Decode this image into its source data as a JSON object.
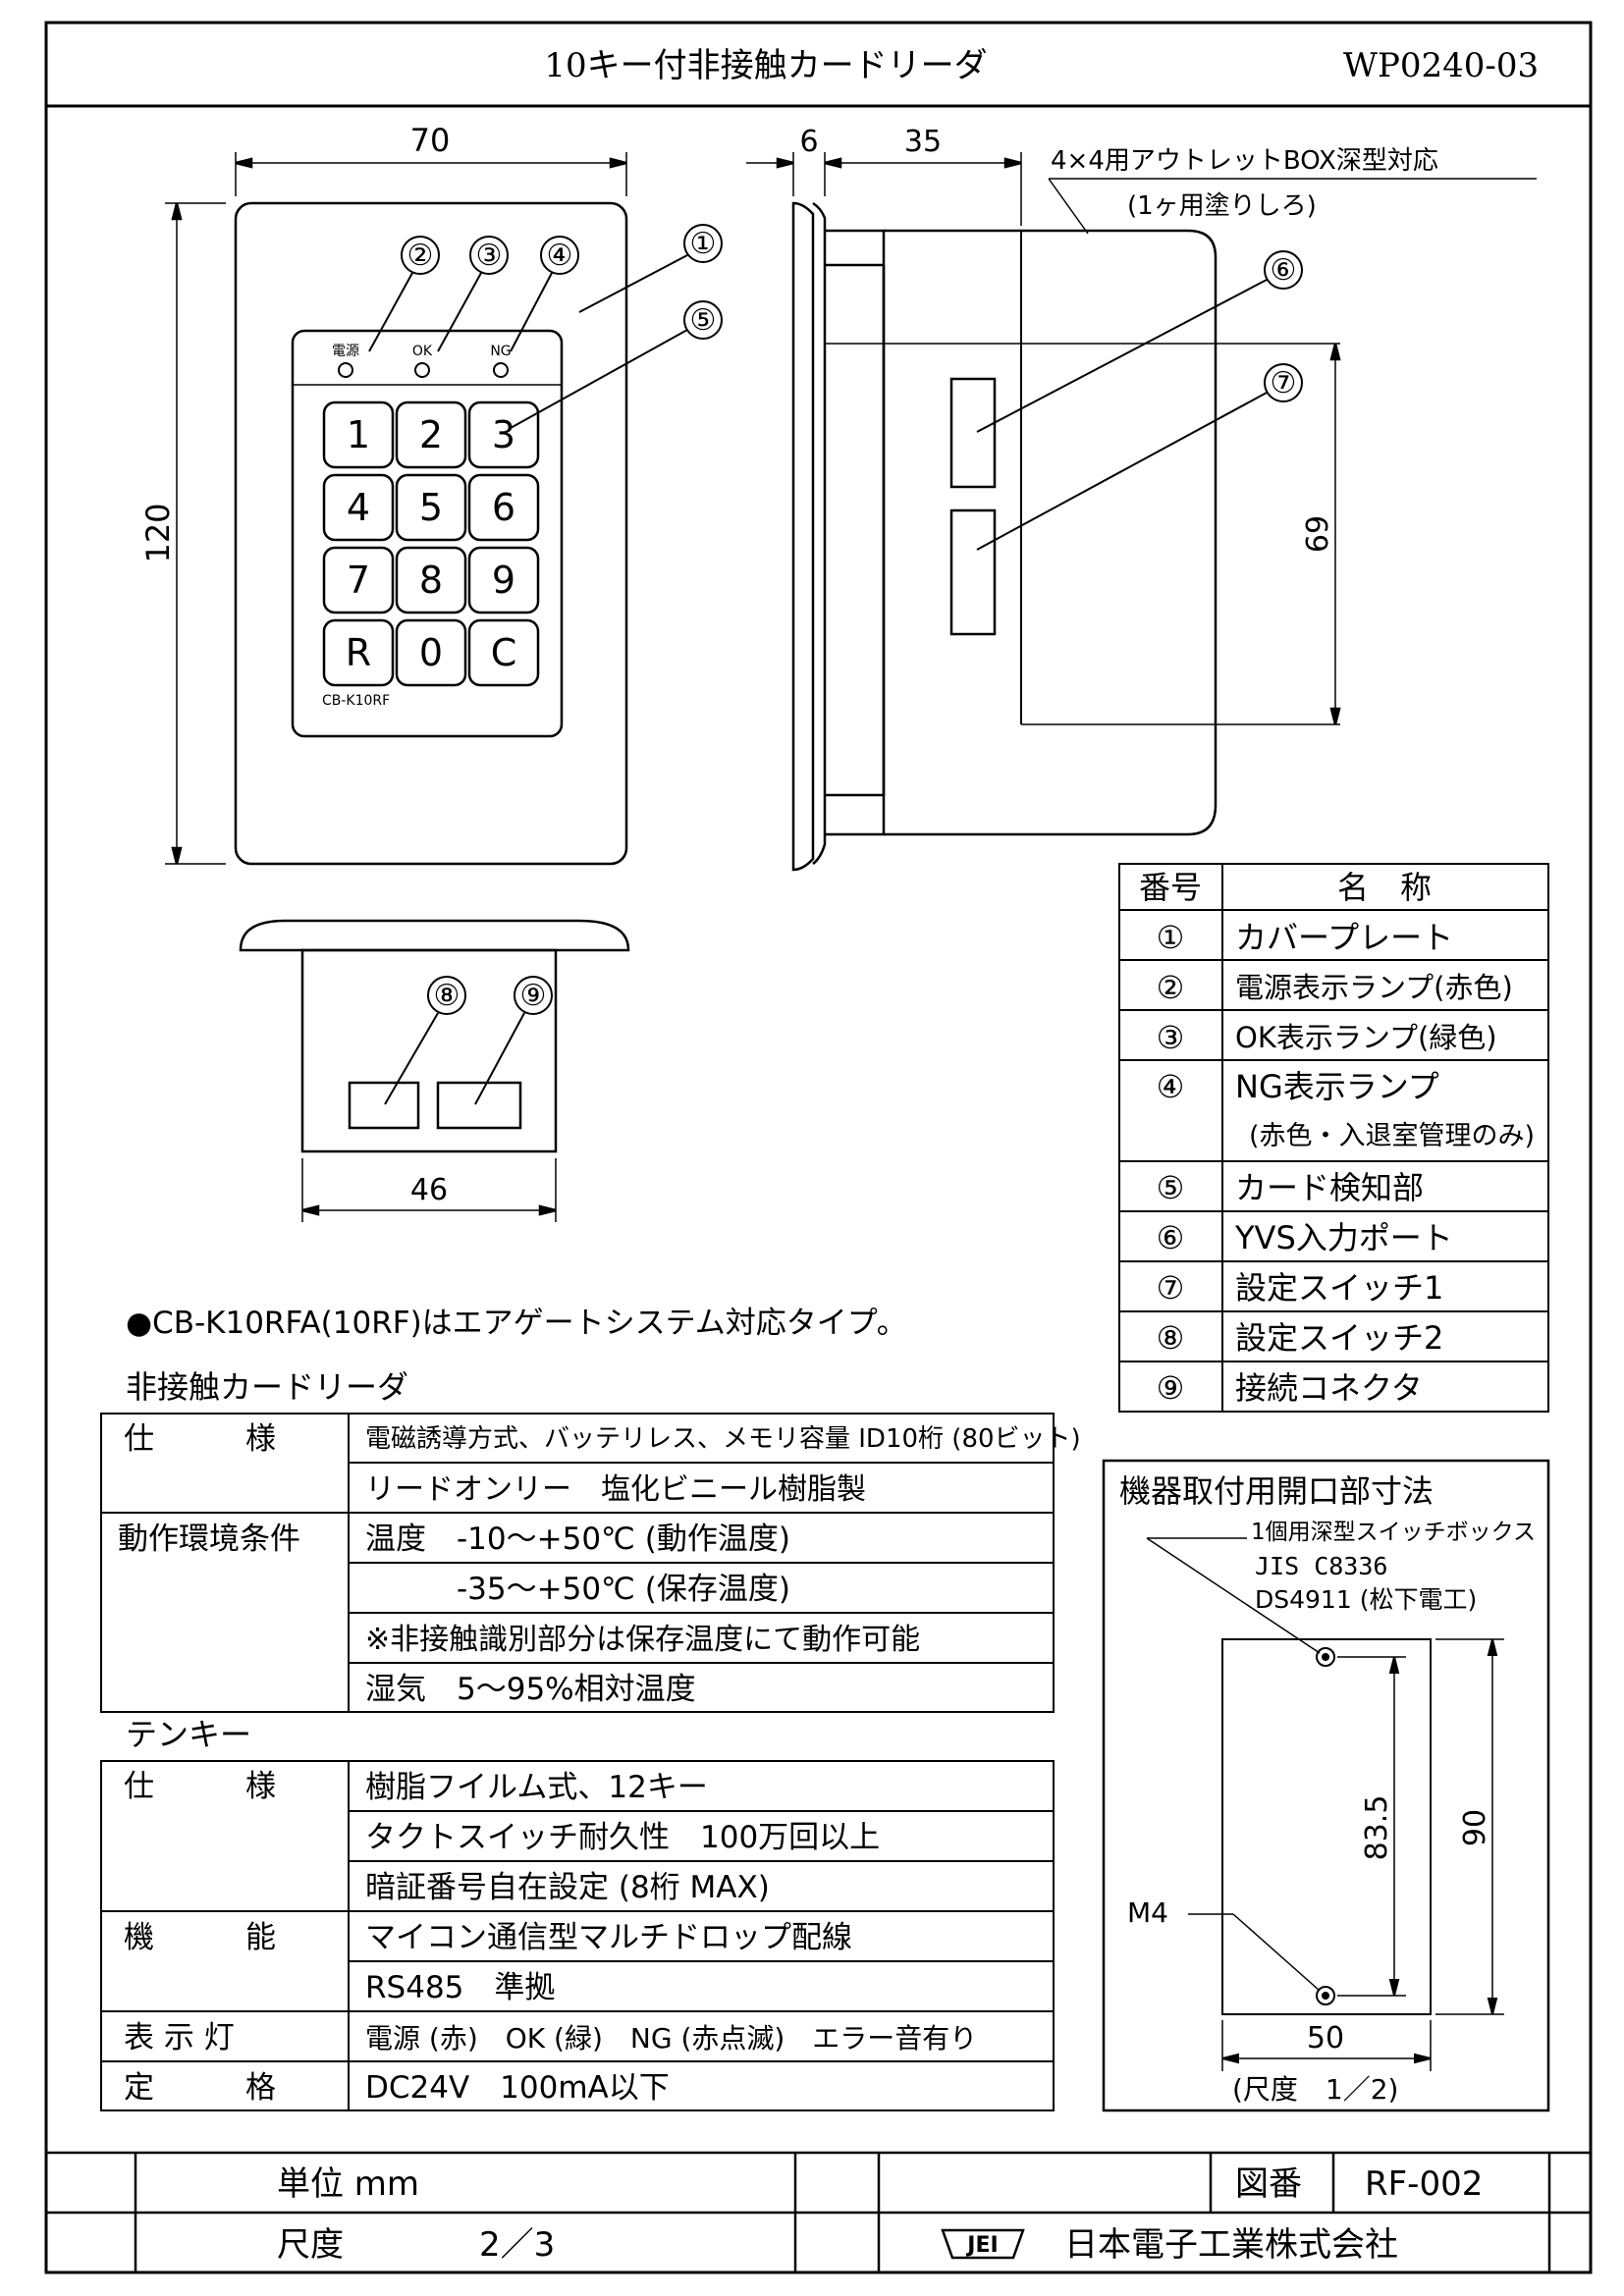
{
  "header": {
    "title": "10キー付非接触カードリーダ",
    "doc_no": "WP0240-03"
  },
  "front": {
    "dim_width": "70",
    "dim_height": "120",
    "model": "CB-K10RF",
    "lamps": {
      "power": "電源",
      "ok": "OK",
      "ng": "NG"
    },
    "keys": [
      "1",
      "2",
      "3",
      "4",
      "5",
      "6",
      "7",
      "8",
      "9",
      "R",
      "0",
      "C"
    ],
    "callouts": [
      "①",
      "②",
      "③",
      "④",
      "⑤"
    ]
  },
  "side": {
    "dim_plate": "6",
    "dim_depth": "35",
    "dim_ports": "69",
    "box_note": "4×4用アウトレットBOX深型対応",
    "box_note2": "(1ヶ用塗りしろ)",
    "callouts": [
      "⑥",
      "⑦"
    ]
  },
  "bottom": {
    "dim_width": "46",
    "callouts": [
      "⑧",
      "⑨"
    ]
  },
  "parts_table": {
    "header_no": "番号",
    "header_name": "名　称",
    "rows": [
      {
        "no": "①",
        "name": "カバープレート"
      },
      {
        "no": "②",
        "name": "電源表示ランプ(赤色)"
      },
      {
        "no": "③",
        "name": "OK表示ランプ(緑色)"
      },
      {
        "no": "④",
        "name": "NG表示ランプ",
        "name2": "(赤色・入退室管理のみ)"
      },
      {
        "no": "⑤",
        "name": "カード検知部"
      },
      {
        "no": "⑥",
        "name": "YVS入力ポート"
      },
      {
        "no": "⑦",
        "name": "設定スイッチ1"
      },
      {
        "no": "⑧",
        "name": "設定スイッチ2"
      },
      {
        "no": "⑨",
        "name": "接続コネクタ"
      }
    ]
  },
  "note": "●CB-K10RFA(10RF)はエアゲートシステム対応タイプ。",
  "reader_spec": {
    "title": "非接触カードリーダ",
    "rows": [
      {
        "label": "仕　　　様",
        "value": "電磁誘導方式、バッテリレス、メモリ容量 ID10桁 (80ビット)"
      },
      {
        "label": "",
        "value": "リードオンリー　塩化ビニール樹脂製"
      },
      {
        "label": "動作環境条件",
        "value": "温度　-10〜+50℃ (動作温度)"
      },
      {
        "label": "",
        "value": "　　　-35〜+50℃ (保存温度)"
      },
      {
        "label": "",
        "value": "※非接触識別部分は保存温度にて動作可能"
      },
      {
        "label": "",
        "value": "湿気　5〜95%相対温度"
      }
    ]
  },
  "keypad_spec": {
    "title": "テンキー",
    "rows": [
      {
        "label": "仕　　　様",
        "value": "樹脂フイルム式、12キー"
      },
      {
        "label": "",
        "value": "タクトスイッチ耐久性　100万回以上"
      },
      {
        "label": "",
        "value": "暗証番号自在設定 (8桁 MAX)"
      },
      {
        "label": "機　　　能",
        "value": "マイコン通信型マルチドロップ配線"
      },
      {
        "label": "",
        "value": "RS485　準拠"
      },
      {
        "label": "表 示 灯",
        "value": "電源 (赤)　OK (緑)　NG (赤点滅)　エラー音有り"
      },
      {
        "label": "定　　　格",
        "value": "DC24V　100mA以下"
      }
    ]
  },
  "cutout": {
    "title": "機器取付用開口部寸法",
    "note1": "1個用深型スイッチボックス",
    "note2": "JIS C8336",
    "note3": "DS4911 (松下電工)",
    "screw": "M4",
    "dim_pitch": "83.5",
    "dim_height": "90",
    "dim_width": "50",
    "scale": "(尺度　1／2)"
  },
  "title_block": {
    "unit_label": "単位 mm",
    "scale_label": "尺度",
    "scale_value": "2／3",
    "drawing_no_label": "図番",
    "drawing_no": "RF-002",
    "company_logo": "JEI",
    "company": "日本電子工業株式会社"
  }
}
